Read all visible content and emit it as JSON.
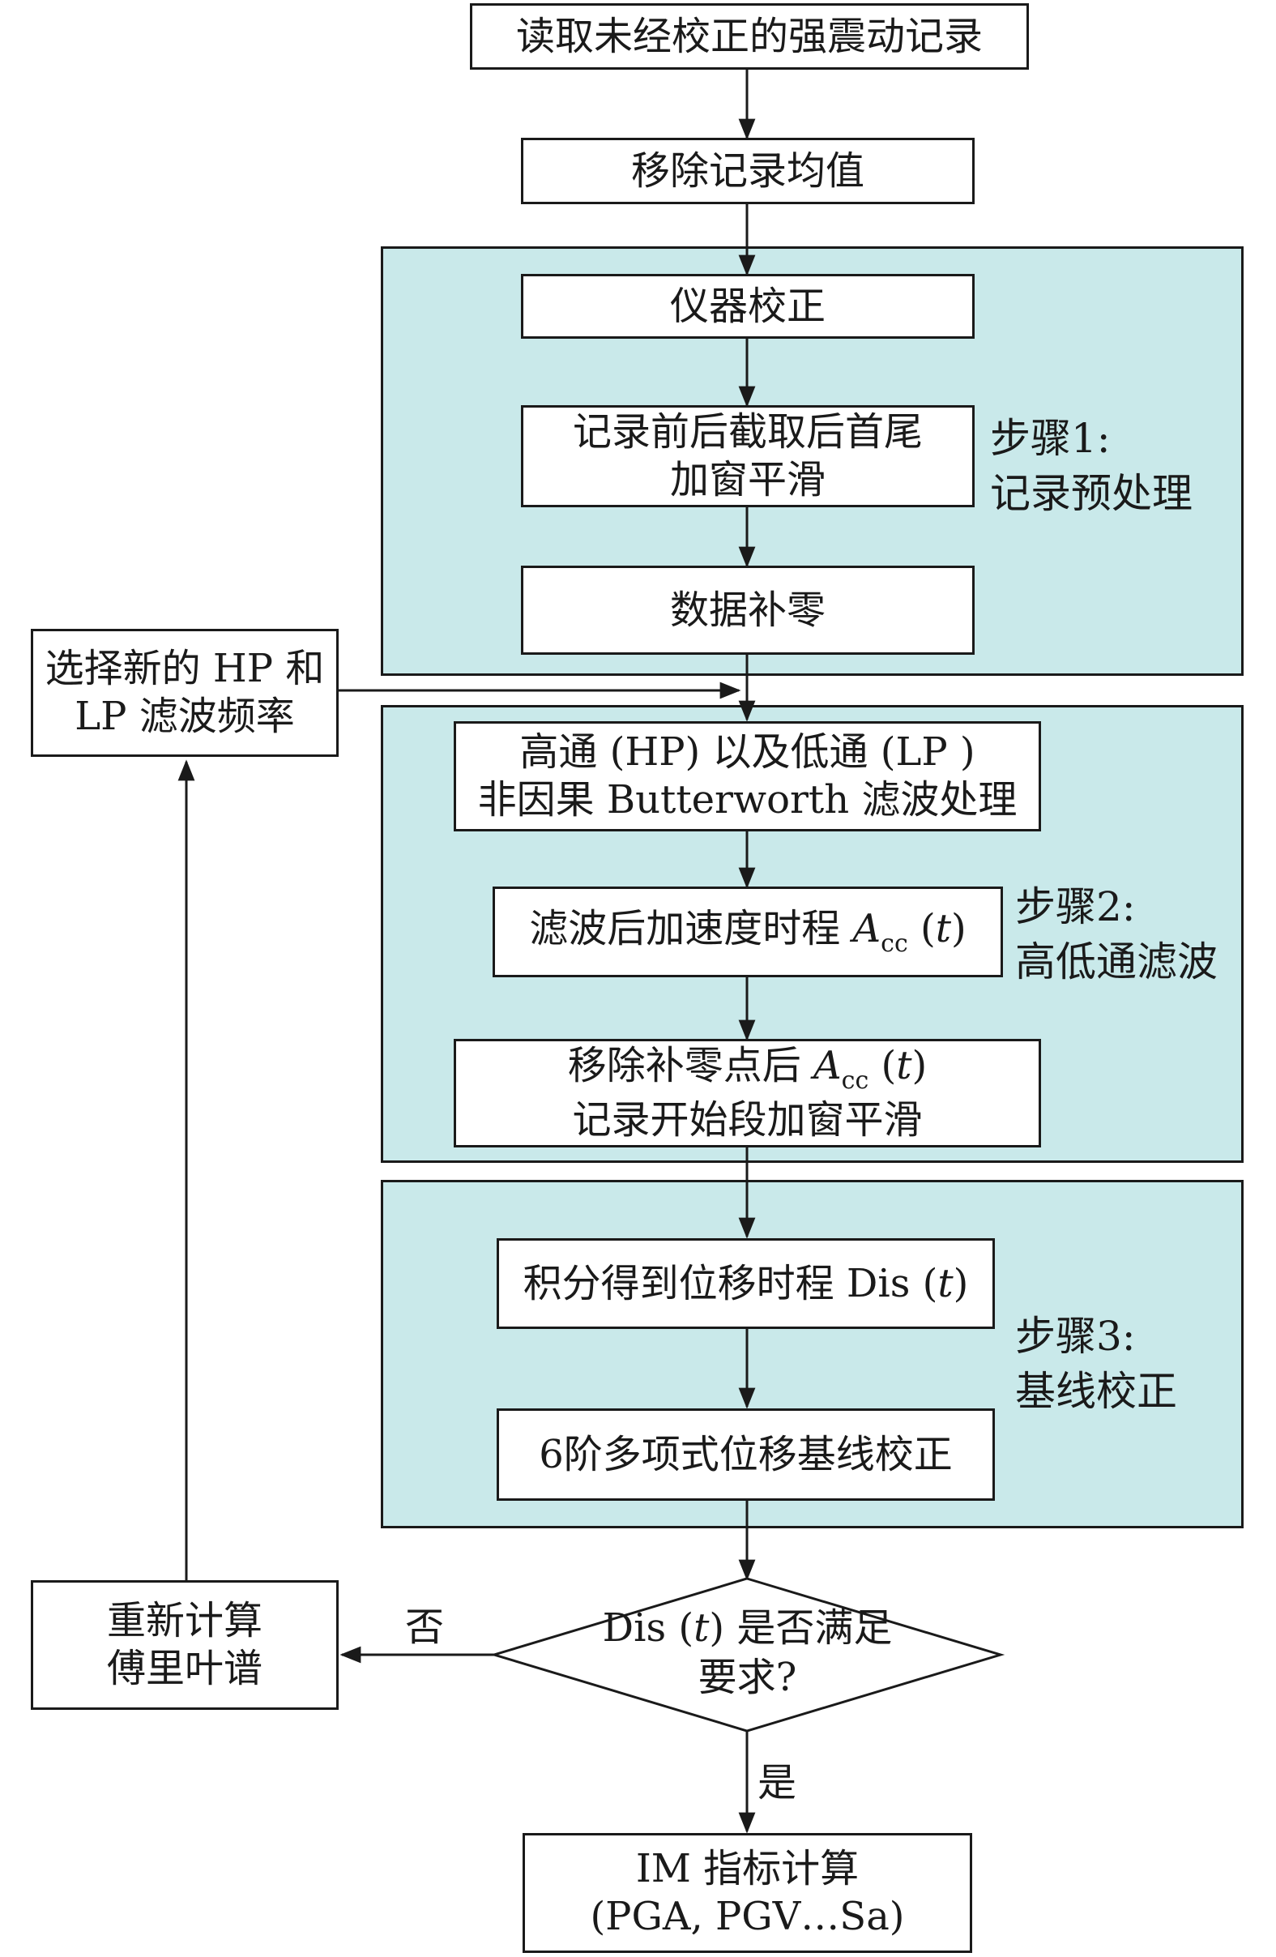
{
  "nodes": {
    "read_record": [
      "读取未经校正的强震动记录"
    ],
    "remove_mean": [
      "移除记录均值"
    ],
    "instrument_correction": [
      "仪器校正"
    ],
    "trim_taper": [
      "记录前后截取后首尾",
      "加窗平滑"
    ],
    "zero_padding": [
      "数据补零"
    ],
    "butterworth_filter": [
      "高通 (HP) 以及低通 (LP )",
      "非因果 Butterworth 滤波处理"
    ],
    "filtered_acc": {
      "prefix": "滤波后加速度时程 ",
      "var": "A",
      "sub": "cc",
      "suffix_open": " (",
      "t": "t",
      "suffix_close": ")"
    },
    "remove_padding": {
      "prefix": "移除补零点后 ",
      "var": "A",
      "sub": "cc",
      "suffix_open": " (",
      "t": "t",
      "suffix_close": ")",
      "line2": "记录开始段加窗平滑"
    },
    "integrate_dis": {
      "prefix": "积分得到位移时程 Dis (",
      "t": "t",
      "suffix_close": ")"
    },
    "baseline_correction": [
      "6阶多项式位移基线校正"
    ],
    "decision": {
      "prefix": "Dis (",
      "t": "t",
      "suffix_close": ") 是否满足",
      "line2": "要求?"
    },
    "im_calc": [
      "IM 指标计算",
      "(PGA, PGV…Sa)"
    ],
    "recompute_fourier": [
      "重新计算",
      "傅里叶谱"
    ],
    "select_new_freq": [
      "选择新的 HP 和",
      "LP 滤波频率"
    ]
  },
  "steps": {
    "step1": [
      "步骤1:",
      "记录预处理"
    ],
    "step2": [
      "步骤2:",
      "高低通滤波"
    ],
    "step3": [
      "步骤3:",
      "基线校正"
    ]
  },
  "edge_labels": {
    "no": "否",
    "yes": "是"
  },
  "colors": {
    "panel_fill": "#c9e9ea",
    "stroke": "#1a1a1a",
    "box_fill": "#ffffff"
  }
}
